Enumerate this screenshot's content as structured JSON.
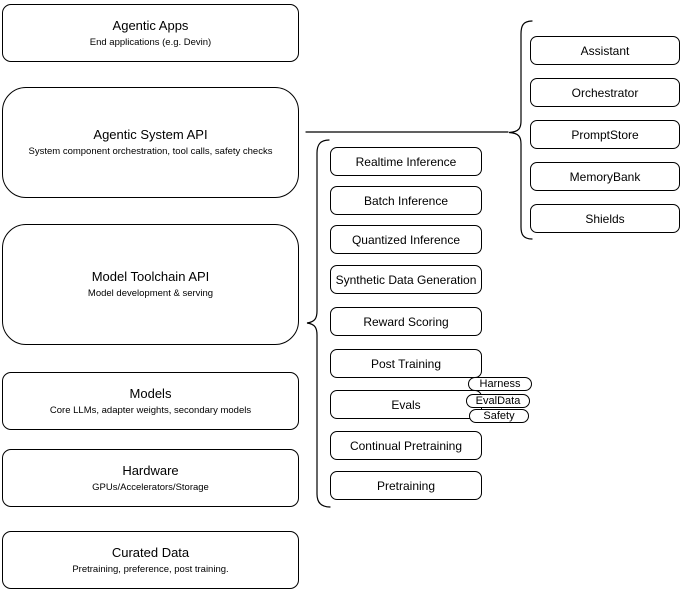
{
  "diagram": {
    "layers": [
      {
        "title": "Agentic Apps",
        "subtitle": "End applications (e.g. Devin)"
      },
      {
        "title": "Agentic System API",
        "subtitle": "System component orchestration, tool calls, safety checks"
      },
      {
        "title": "Model Toolchain API",
        "subtitle": "Model development & serving"
      },
      {
        "title": "Models",
        "subtitle": "Core LLMs, adapter weights, secondary models"
      },
      {
        "title": "Hardware",
        "subtitle": "GPUs/Accelerators/Storage"
      },
      {
        "title": "Curated Data",
        "subtitle": "Pretraining, preference, post training."
      }
    ],
    "toolchain_items": [
      "Realtime Inference",
      "Batch Inference",
      "Quantized Inference",
      "Synthetic Data Generation",
      "Reward Scoring",
      "Post Training",
      "Evals",
      "Continual Pretraining",
      "Pretraining"
    ],
    "evals_tags": [
      "Harness",
      "EvalData",
      "Safety"
    ],
    "system_components": [
      "Assistant",
      "Orchestrator",
      "PromptStore",
      "MemoryBank",
      "Shields"
    ],
    "colors": {
      "stroke": "#000000",
      "fill": "#ffffff",
      "text": "#000000"
    }
  }
}
